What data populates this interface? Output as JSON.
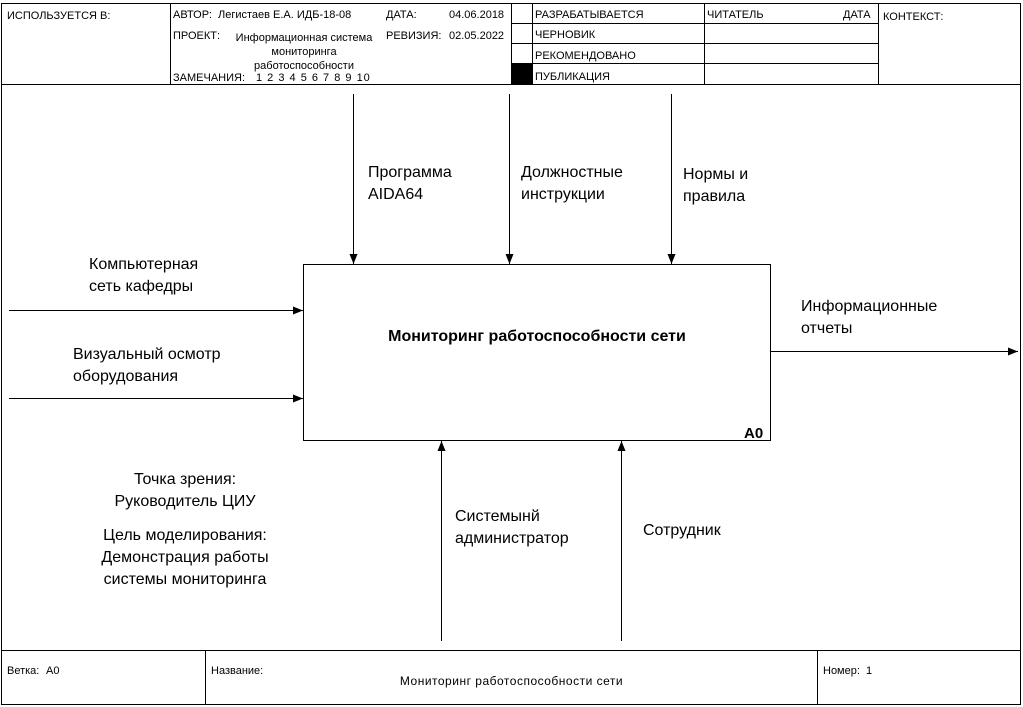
{
  "header": {
    "used_in_label": "ИСПОЛЬЗУЕТСЯ В:",
    "author_label": "АВТОР:",
    "author_value": "Легистаев Е.А. ИДБ-18-08",
    "date_label": "ДАТА:",
    "date_value": "04.06.2018",
    "project_label": "ПРОЕКТ:",
    "project_value": "Информационная система мониторинга работоспособности",
    "revision_label": "РЕВИЗИЯ:",
    "revision_value": "02.05.2022",
    "notes_label": "ЗАМЕЧАНИЯ:",
    "notes_value": "1 2 3 4 5 6 7 8 9 10",
    "status_items": [
      "РАЗРАБАТЫВАЕТСЯ",
      "ЧЕРНОВИК",
      "РЕКОМЕНДОВАНО",
      "ПУБЛИКАЦИЯ"
    ],
    "reader_label": "ЧИТАТЕЛЬ",
    "reader_date_label": "ДАТА",
    "context_label": "КОНТЕКСТ:"
  },
  "diagram": {
    "box_title": "Мониторинг работоспособности сети",
    "box_number": "A0",
    "inputs": [
      {
        "line1": "Компьютерная",
        "line2": "сеть кафедры"
      },
      {
        "line1": "Визуальный осмотр",
        "line2": "оборудования"
      }
    ],
    "controls": [
      {
        "line1": "Программа",
        "line2": "AIDA64"
      },
      {
        "line1": "Должностные",
        "line2": "инструкции"
      },
      {
        "line1": "Нормы и",
        "line2": "правила"
      }
    ],
    "outputs": [
      {
        "line1": "Информационные",
        "line2": "отчеты"
      }
    ],
    "mechanisms": [
      {
        "line1": "Системынй",
        "line2": "администратор"
      },
      {
        "line1": "Сотрудник",
        "line2": ""
      }
    ],
    "viewpoint_label": "Точка зрения:",
    "viewpoint_value": "Руководитель ЦИУ",
    "purpose_label": "Цель моделирования:",
    "purpose_line1": "Демонстрация работы",
    "purpose_line2": "системы мониторинга"
  },
  "footer": {
    "node_label": "Ветка:",
    "node_value": "A0",
    "title_label": "Название:",
    "title_value": "Мониторинг работоспособности сети",
    "number_label": "Номер:",
    "number_value": "1"
  }
}
